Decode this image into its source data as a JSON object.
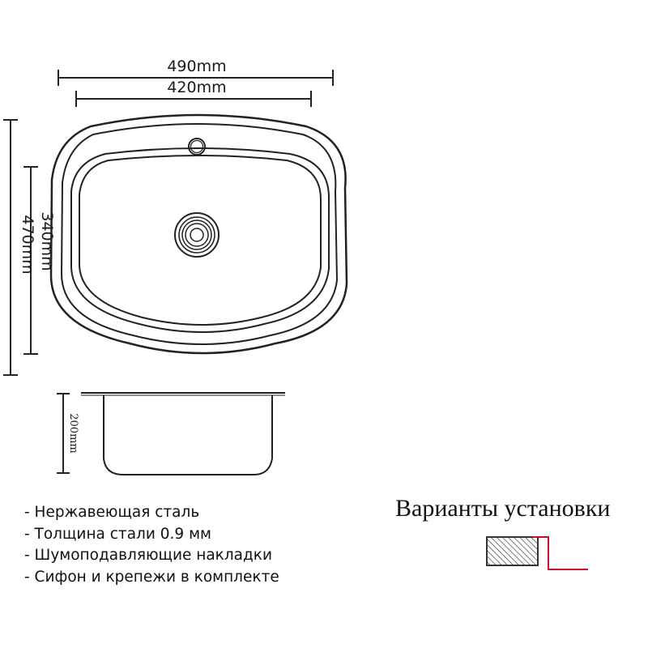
{
  "dimensions": {
    "outer_width": "490mm",
    "inner_width": "420mm",
    "inner_depth": "340mm",
    "outer_depth": "470mm",
    "bowl_height": "200mm"
  },
  "features": [
    "- Нержавеющая сталь",
    "- Толщина стали 0.9 мм",
    "- Шумоподавляющие накладки",
    "- Сифон и крепежи в комплекте"
  ],
  "installation": {
    "title": "Варианты установки",
    "accent_color": "#c8102e"
  }
}
